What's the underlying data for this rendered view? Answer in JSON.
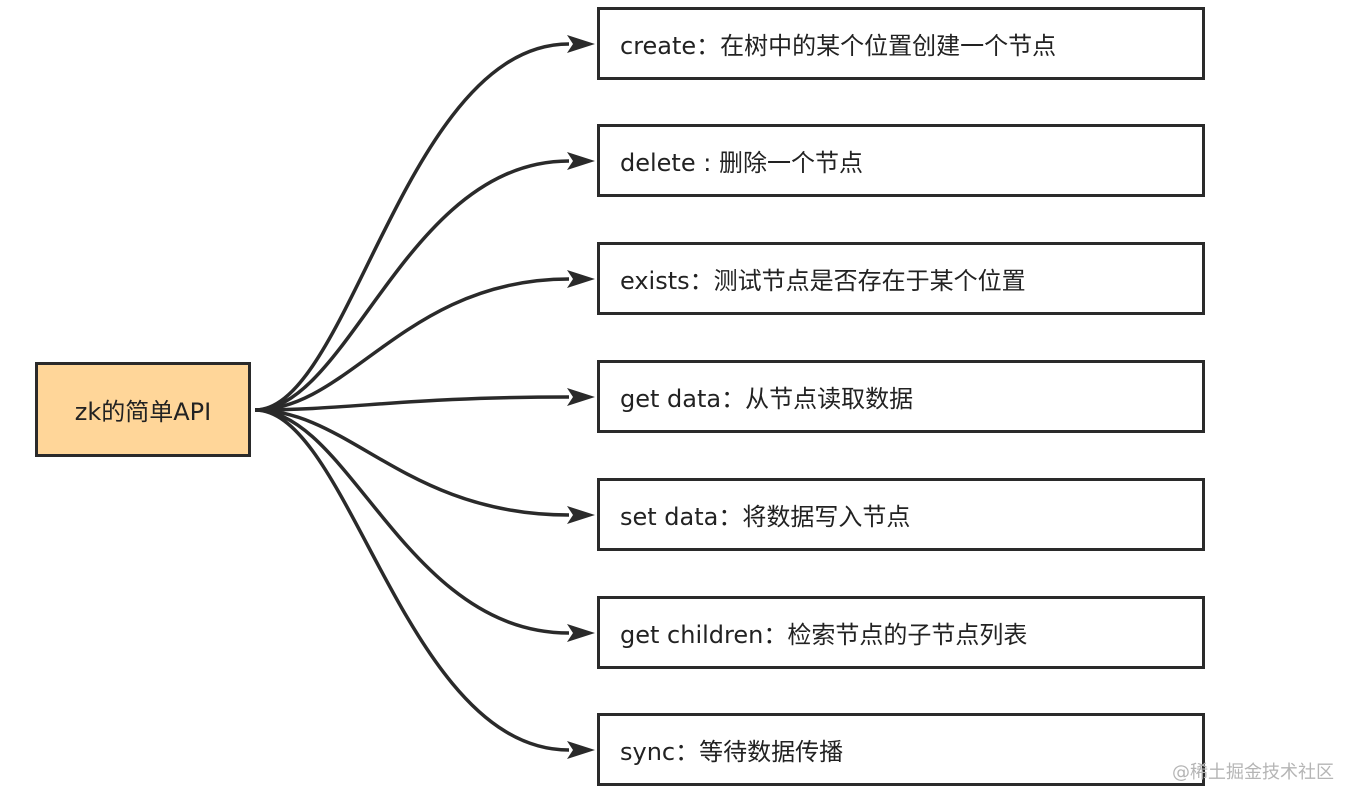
{
  "root": {
    "label": "zk的简单API",
    "fill": "#ffd699"
  },
  "operations": [
    {
      "label": "create：在树中的某个位置创建一个节点"
    },
    {
      "label": "delete : 删除一个节点"
    },
    {
      "label": "exists：测试节点是否存在于某个位置"
    },
    {
      "label": "get data：从节点读取数据"
    },
    {
      "label": "set data：将数据写入节点"
    },
    {
      "label": "get children：检索节点的子节点列表"
    },
    {
      "label": "sync：等待数据传播"
    }
  ],
  "watermark": "@稀土掘金技术社区",
  "colors": {
    "stroke": "#2a2a2a",
    "text": "#222222",
    "watermark": "#b5b5b5"
  }
}
